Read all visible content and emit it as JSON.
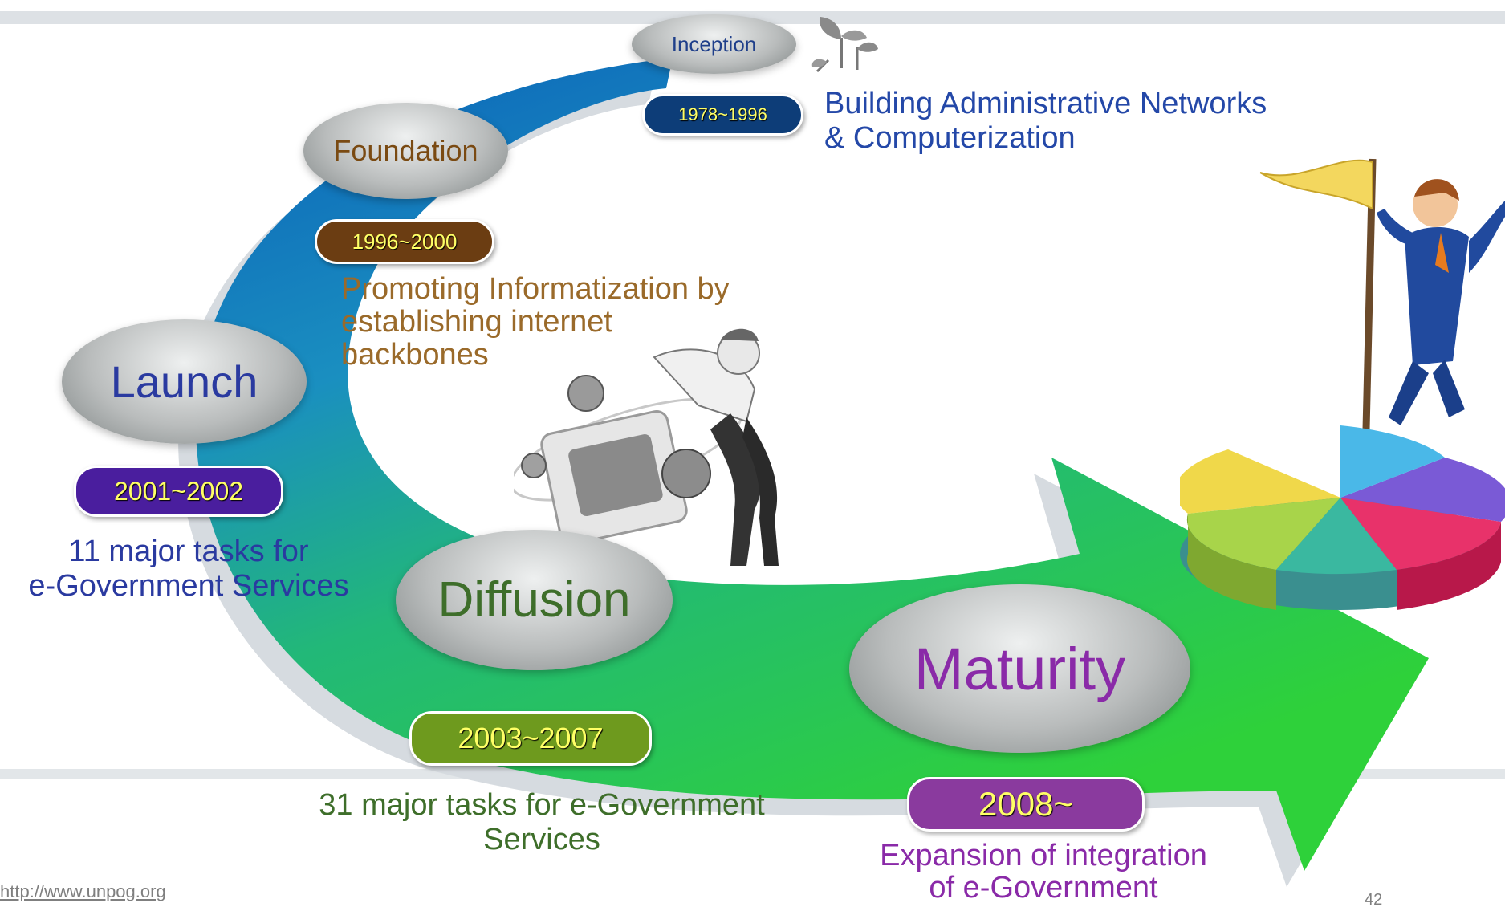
{
  "stages": {
    "inception": {
      "label": "Inception",
      "period": "1978~1996",
      "description_line1": "Building Administrative Networks",
      "description_line2": "& Computerization"
    },
    "foundation": {
      "label": "Foundation",
      "period": "1996~2000",
      "description_line1": "Promoting Informatization by",
      "description_line2": "establishing internet",
      "description_line3": "backbones"
    },
    "launch": {
      "label": "Launch",
      "period": "2001~2002",
      "description_line1": "11 major tasks for",
      "description_line2": "e-Government Services"
    },
    "diffusion": {
      "label": "Diffusion",
      "period": "2003~2007",
      "description_line1": "31 major tasks for e-Government",
      "description_line2": "Services"
    },
    "maturity": {
      "label": "Maturity",
      "period": "2008~",
      "description_line1": "Expansion of integration",
      "description_line2": "of e-Government"
    }
  },
  "footer": {
    "link": "http://www.unpog.org",
    "page_number": "42"
  },
  "colors": {
    "arrow_start": "#0a63b8",
    "arrow_end": "#2bd63a",
    "inception_pill": "#0d3d78",
    "foundation_pill": "#6b3d12",
    "launch_pill": "#4a1e9e",
    "diffusion_pill": "#6e9a1e",
    "maturity_pill": "#8a3a9e",
    "inception_text": "#2448a8",
    "foundation_text": "#9a6a2a",
    "launch_text": "#2a3aa0",
    "diffusion_text": "#3e6e2a",
    "maturity_text": "#8a2aa8"
  },
  "icons": [
    "sprout-icon",
    "businessman-flag-icon",
    "pie-chart-icon",
    "man-computer-globe-icon"
  ]
}
